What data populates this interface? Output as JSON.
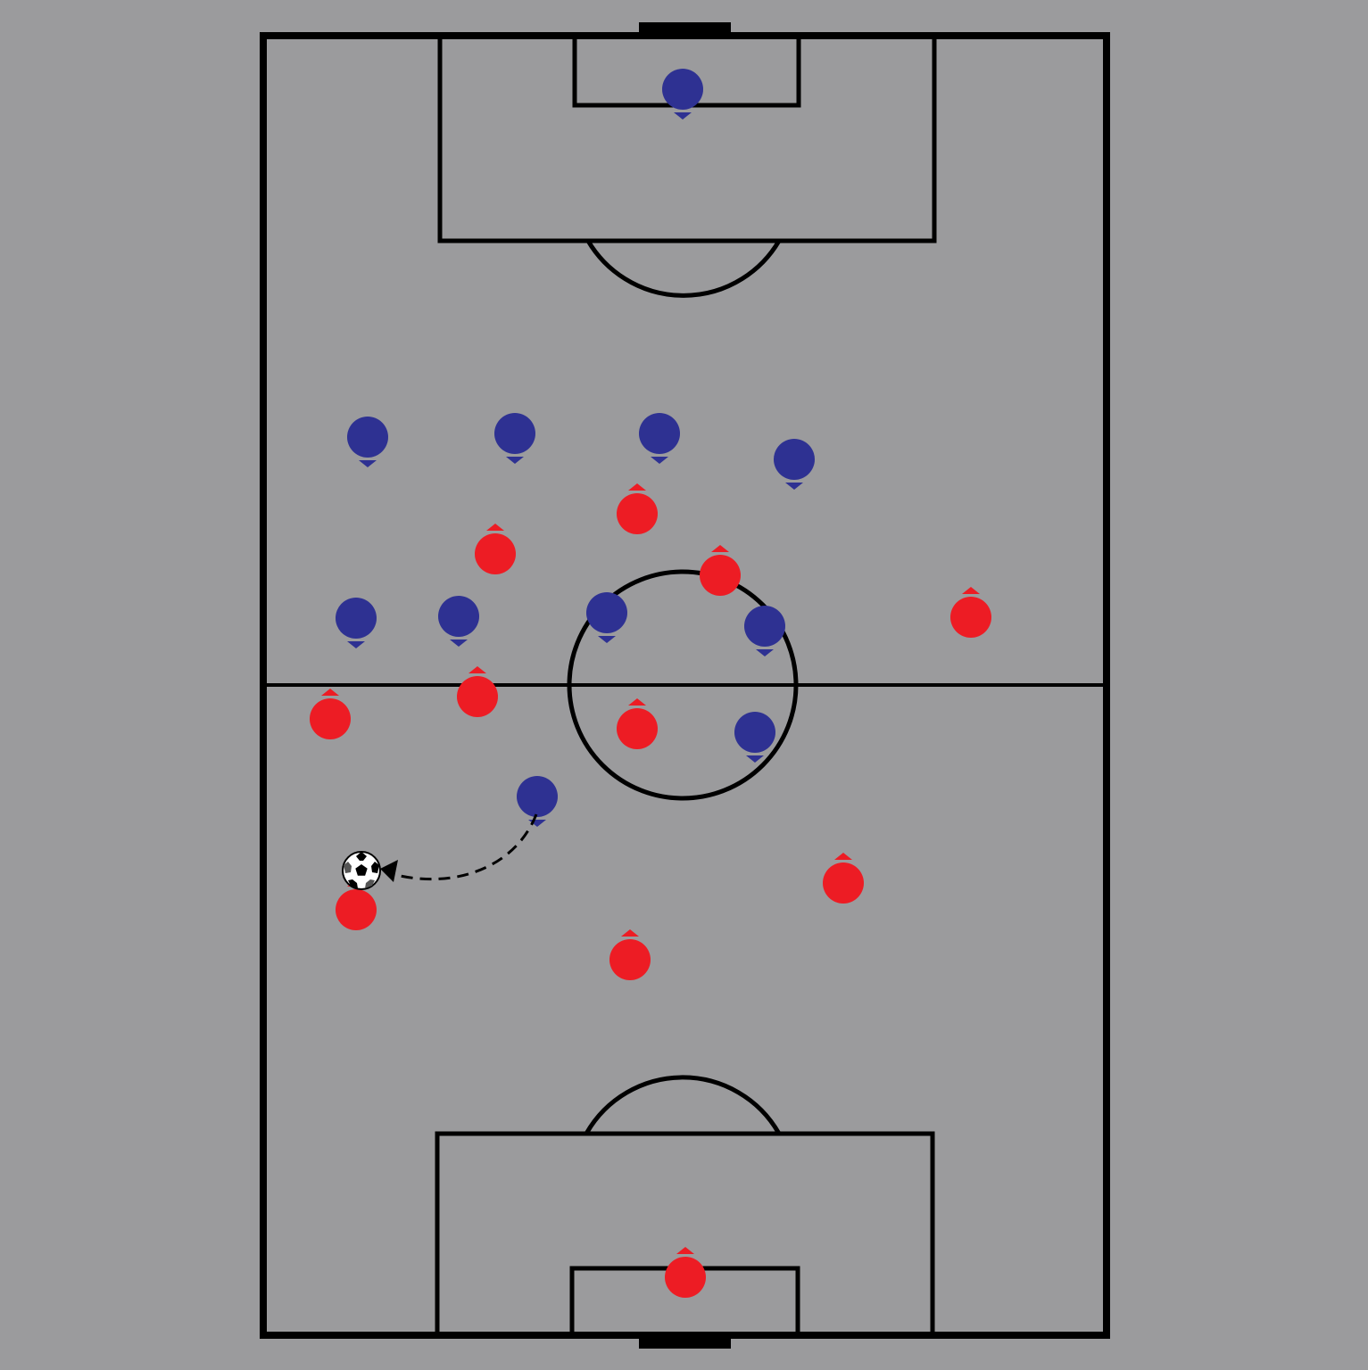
{
  "colors": {
    "background": "#9b9b9d",
    "lines": "#000000",
    "blue_team": "#2e3192",
    "red_team": "#ed1c24",
    "ball": "#ffffff"
  },
  "teams": {
    "blue": {
      "color_key": "blue_team",
      "facing": "down",
      "players": [
        {
          "id": "goalkeeper"
        },
        {
          "id": "player-1"
        },
        {
          "id": "player-2"
        },
        {
          "id": "player-3"
        },
        {
          "id": "player-4"
        },
        {
          "id": "player-5"
        },
        {
          "id": "player-6"
        },
        {
          "id": "player-7"
        },
        {
          "id": "player-8"
        },
        {
          "id": "player-9"
        },
        {
          "id": "player-10"
        }
      ]
    },
    "red": {
      "color_key": "red_team",
      "facing": "up",
      "players": [
        {
          "id": "goalkeeper"
        },
        {
          "id": "player-1"
        },
        {
          "id": "player-2"
        },
        {
          "id": "player-3"
        },
        {
          "id": "player-4"
        },
        {
          "id": "player-5"
        },
        {
          "id": "player-6"
        },
        {
          "id": "player-7"
        },
        {
          "id": "player-8"
        },
        {
          "id": "player-9"
        },
        {
          "id": "player-10"
        }
      ]
    }
  },
  "ball": {
    "icon": "soccer-ball-icon",
    "possession": "red"
  },
  "movement_arrow": {
    "style": "dashed",
    "from": "blue player-10",
    "to": "ball"
  }
}
